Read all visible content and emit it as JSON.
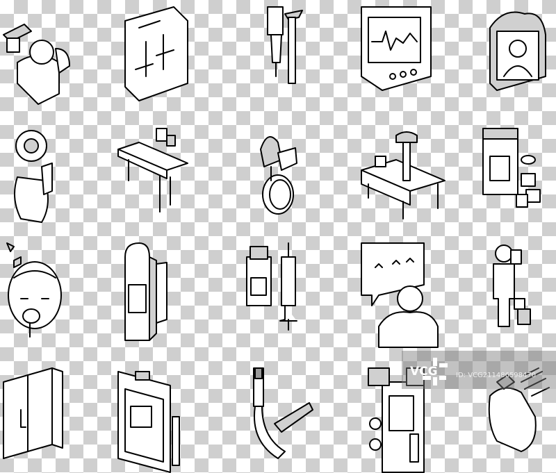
{
  "background": {
    "pattern": "transparency-checkerboard",
    "colors": [
      "#ffffff",
      "#cfcfcf"
    ]
  },
  "icons": [
    "doctor-with-instruments",
    "instrument-tray",
    "syringe-injector",
    "ecg-monitor",
    "patient-portrait-frame",
    "face-with-mask",
    "operating-table",
    "surgical-lamp",
    "operating-room-bench",
    "medicine-bottle-pills",
    "patient-oxygen-mask",
    "oxygen-tank",
    "vial-and-syringe",
    "doctor-speech-bubble",
    "person-with-items",
    "medical-cabinet",
    "clipboard-with-pen",
    "laryngoscope",
    "anesthesia-machine",
    "hand-with-dust"
  ],
  "watermark": {
    "logo": "VCG",
    "id": "ID: VCG211486598470"
  }
}
